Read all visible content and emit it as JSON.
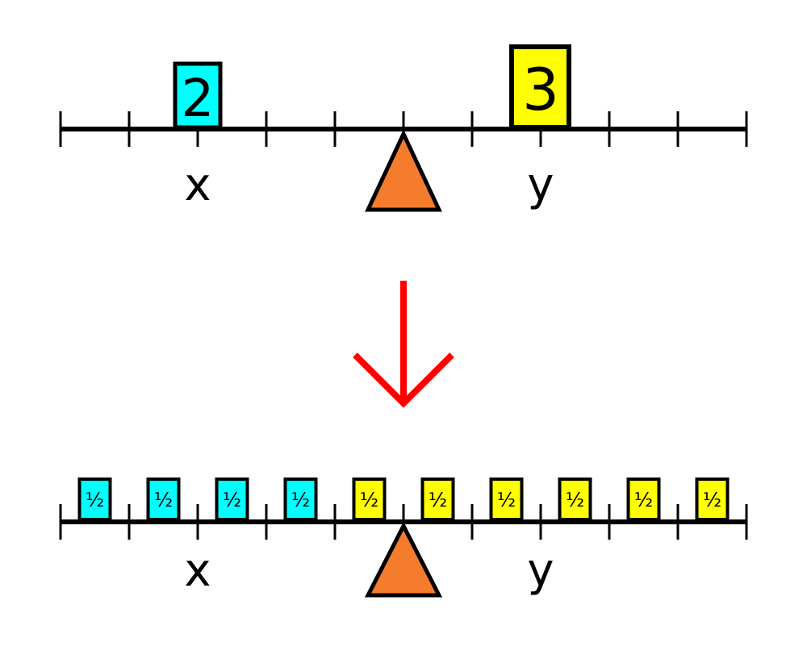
{
  "colors": {
    "beam": "#000000",
    "fulcrum": "#f47c2c",
    "cyan_block": "#00ffff",
    "yellow_block": "#ffff00",
    "arrow": "#ff0000"
  },
  "top_lever": {
    "ticks": 11,
    "weights": [
      {
        "label": "2",
        "color": "#00ffff",
        "tick": 2,
        "size": "small"
      },
      {
        "label": "3",
        "color": "#ffff00",
        "tick": 7,
        "size": "large"
      }
    ],
    "marks": [
      {
        "label": "x",
        "tick": 2
      },
      {
        "label": "y",
        "tick": 7
      }
    ]
  },
  "bottom_lever": {
    "ticks": 11,
    "block_label": "½",
    "blocks": [
      {
        "color": "#00ffff"
      },
      {
        "color": "#00ffff"
      },
      {
        "color": "#00ffff"
      },
      {
        "color": "#00ffff"
      },
      {
        "color": "#ffff00"
      },
      {
        "color": "#ffff00"
      },
      {
        "color": "#ffff00"
      },
      {
        "color": "#ffff00"
      },
      {
        "color": "#ffff00"
      },
      {
        "color": "#ffff00"
      }
    ],
    "marks": [
      {
        "label": "x",
        "tick": 2
      },
      {
        "label": "y",
        "tick": 7
      }
    ]
  }
}
